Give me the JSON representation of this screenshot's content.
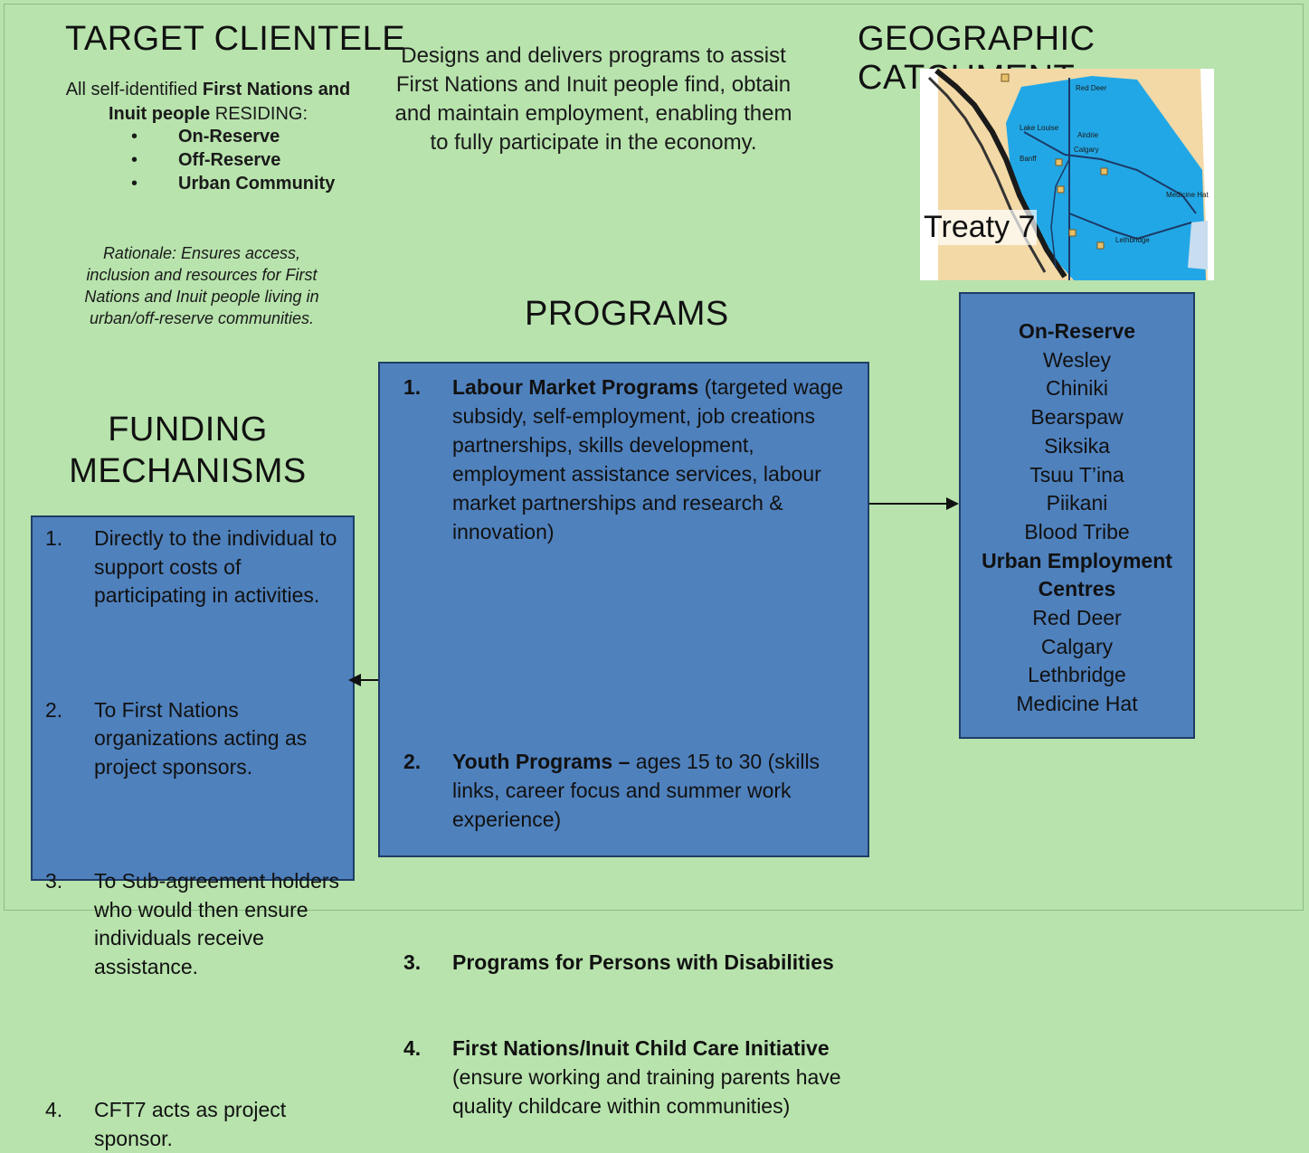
{
  "target_clientele": {
    "heading": "TARGET CLIENTELE",
    "intro_lead": "All self-identified ",
    "intro_bold": "First Nations and Inuit people",
    "intro_tail": " RESIDING:",
    "bullets": [
      "On-Reserve",
      "Off-Reserve",
      "Urban Community"
    ],
    "rationale": "Rationale: Ensures access, inclusion and resources for First Nations and Inuit people living in urban/off-reserve communities."
  },
  "mission": "Designs and delivers programs to assist First Nations and Inuit people find, obtain and maintain employment, enabling them to fully participate in the economy.",
  "geographic": {
    "heading": "GEOGRAPHIC CATCHMENT",
    "map_label": "Treaty 7",
    "map_towns": [
      "Red Deer",
      "Lake Louise",
      "Airdrie",
      "Calgary",
      "Banff",
      "Medicine Hat",
      "Lethbridge"
    ],
    "colors": {
      "treaty_area": "#22a7e6",
      "land": "#f3d9a6",
      "mountains": "#1a1a1a"
    }
  },
  "programs": {
    "heading": "PROGRAMS",
    "items": [
      {
        "num": "1.",
        "bold": "Labour Market Programs",
        "text": " (targeted wage subsidy, self-employment, job creations partnerships, skills development, employment assistance services, labour market partnerships and research & innovation)"
      },
      {
        "num": "2.",
        "bold": "Youth Programs –",
        "text": " ages 15 to 30 (skills links, career focus and summer work experience)"
      },
      {
        "num": "3.",
        "bold": "Programs for Persons with Disabilities",
        "text": ""
      },
      {
        "num": "4.",
        "bold": "First Nations/Inuit Child Care Initiative",
        "text": " (ensure working and training parents have quality childcare within communities)"
      }
    ]
  },
  "funding": {
    "heading_line1": "FUNDING",
    "heading_line2": "MECHANISMS",
    "items": [
      {
        "num": "1.",
        "text": "Directly to the individual to support costs of participating in activities."
      },
      {
        "num": "2.",
        "text": "To First Nations organizations acting as project sponsors."
      },
      {
        "num": "3.",
        "text": "To Sub-agreement holders who would then ensure individuals receive assistance."
      },
      {
        "num": "4.",
        "text": "CFT7 acts as project sponsor."
      }
    ]
  },
  "communities": {
    "on_reserve_heading": "On-Reserve",
    "on_reserve": [
      "Wesley",
      "Chiniki",
      "Bearspaw",
      "Siksika",
      "Tsuu T’ina",
      "Piikani",
      "Blood Tribe"
    ],
    "urban_heading_line1": "Urban Employment",
    "urban_heading_line2": "Centres",
    "urban": [
      "Red Deer",
      "Calgary",
      "Lethbridge",
      "Medicine Hat"
    ]
  },
  "colors": {
    "background": "#b8e3ad",
    "box_fill": "#4f81bd",
    "box_border": "#1f3d66"
  }
}
